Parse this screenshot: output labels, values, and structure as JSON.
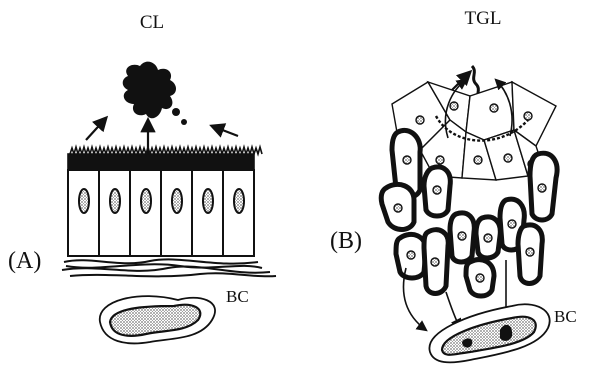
{
  "panel_a": {
    "title": "CL",
    "letter": "(A)",
    "vessel_label": "BC"
  },
  "panel_b": {
    "title": "TGL",
    "letter": "(B)",
    "vessel_label": "BC"
  },
  "colors": {
    "ink": "#111111",
    "stipple": "#9a9a9a",
    "paper": "#ffffff"
  }
}
